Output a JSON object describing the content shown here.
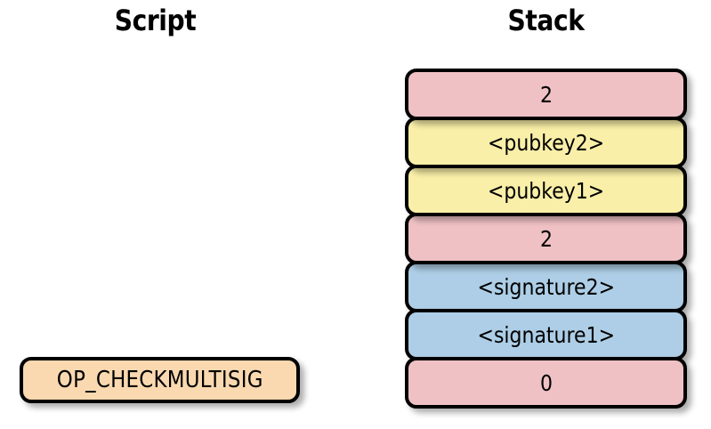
{
  "columns": {
    "script": {
      "title": "Script",
      "items": [
        {
          "label": "OP_CHECKMULTISIG",
          "color": "#fad9b0",
          "kind": "opcode"
        }
      ]
    },
    "stack": {
      "title": "Stack",
      "items": [
        {
          "label": "2",
          "color": "#efc1c5",
          "kind": "number"
        },
        {
          "label": "<pubkey2>",
          "color": "#faefa8",
          "kind": "pubkey"
        },
        {
          "label": "<pubkey1>",
          "color": "#faefa8",
          "kind": "pubkey"
        },
        {
          "label": "2",
          "color": "#efc1c5",
          "kind": "number"
        },
        {
          "label": "<signature2>",
          "color": "#adcee6",
          "kind": "signature"
        },
        {
          "label": "<signature1>",
          "color": "#adcee6",
          "kind": "signature"
        },
        {
          "label": "0",
          "color": "#efc1c5",
          "kind": "number"
        }
      ]
    }
  },
  "palette": {
    "number_pink": "#efc1c5",
    "pubkey_yellow": "#faefa8",
    "signature_blue": "#adcee6",
    "opcode_peach": "#fad9b0",
    "outline_black": "#000000",
    "background_white": "#ffffff"
  }
}
